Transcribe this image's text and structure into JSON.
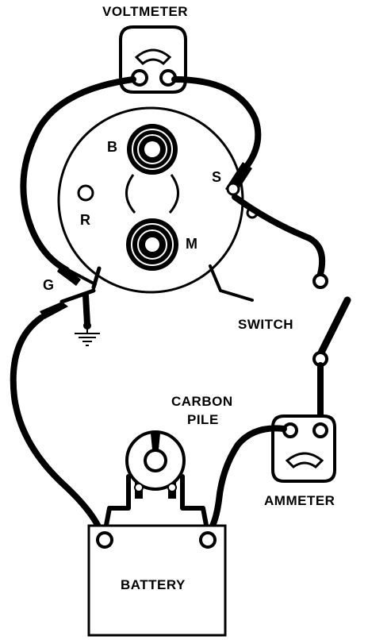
{
  "labels": {
    "voltmeter": "VOLTMETER",
    "terminal_b": "B",
    "terminal_s": "S",
    "terminal_r": "R",
    "terminal_m": "M",
    "terminal_g": "G",
    "switch": "SWITCH",
    "carbon_pile_line1": "CARBON",
    "carbon_pile_line2": "PILE",
    "ammeter": "AMMETER",
    "battery": "BATTERY"
  },
  "colors": {
    "ink": "#000000",
    "paper": "#ffffff"
  },
  "icons": [
    "ground-icon",
    "voltmeter-gauge-icon",
    "ammeter-gauge-icon"
  ]
}
